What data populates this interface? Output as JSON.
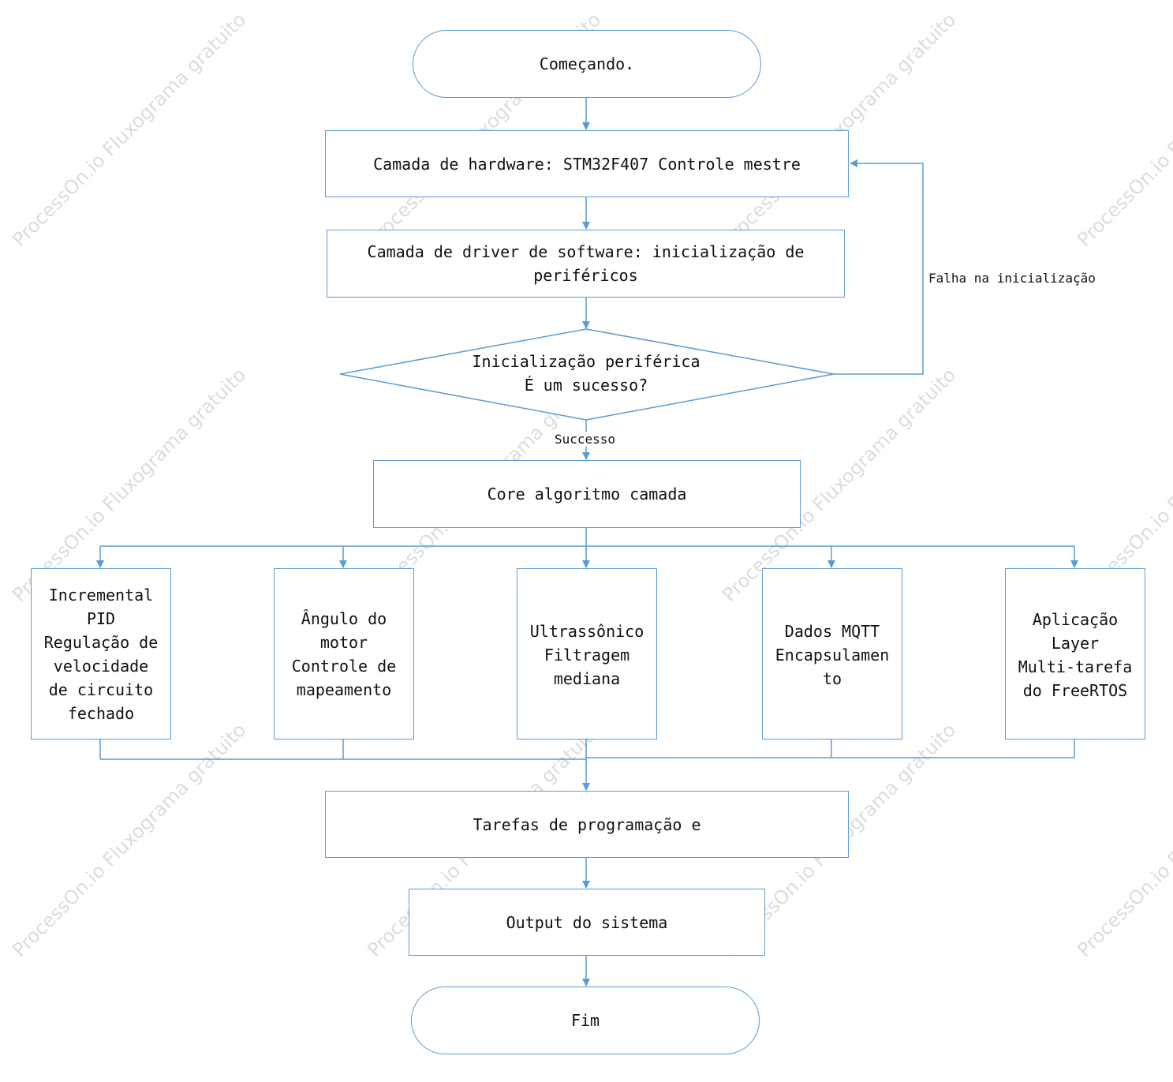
{
  "colors": {
    "stroke": "#5b9bd5",
    "text": "#111111",
    "watermark": "#dcdcdc"
  },
  "nodes": {
    "start": "Começando.",
    "hardware": "Camada de hardware: STM32F407 Controle mestre",
    "driver": "Camada de driver de software: inicialização de\nperiféricos",
    "decision": "Inicialização periférica\nÉ um sucesso?",
    "core": "Core algoritmo camada",
    "pid": "Incremental\nPID\nRegulação de\nvelocidade\nde circuito\nfechado",
    "motor": "Ângulo do\nmotor\nControle de\nmapeamento",
    "ultra": "Ultrassônico\nFiltragem\nmediana",
    "mqtt": "Dados MQTT\nEncapsulamen\nto",
    "app": "Aplicação\nLayer\nMulti-tarefa\ndo FreeRTOS",
    "tasks": "Tarefas de programação e",
    "output": "Output do sistema",
    "end": "Fim"
  },
  "edges": {
    "fail_label": "Falha na inicialização",
    "success_label": "Successo"
  },
  "watermark": {
    "texts": [
      "ProcessOn.io Fluxograma gratuito"
    ]
  }
}
